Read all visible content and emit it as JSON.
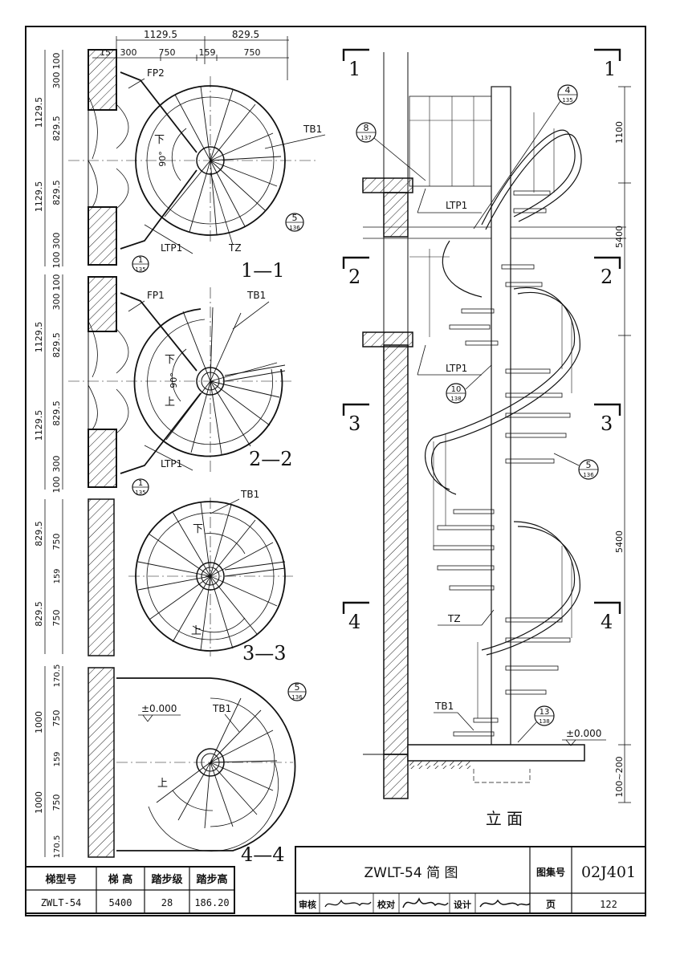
{
  "top_dims": {
    "d1": "1129.5",
    "d2": "829.5",
    "s1": "15",
    "s2": "300",
    "s3": "750",
    "s4": "159",
    "s5": "750"
  },
  "left_dims": {
    "p1": [
      "100",
      "300",
      "1129.5",
      "829.5",
      "829.5",
      "1129.5",
      "300",
      "100"
    ],
    "p2": [
      "100",
      "300",
      "1129.5",
      "829.5",
      "829.5",
      "1129.5",
      "300",
      "100"
    ],
    "p3": [
      "829.5",
      "750",
      "159",
      "829.5",
      "750"
    ],
    "p4": [
      "170.5",
      "1000",
      "750",
      "159",
      "1000",
      "750",
      "170.5"
    ]
  },
  "plan1": {
    "label_fp": "FP2",
    "label_tb": "TB1",
    "down": "下",
    "angle": "90°",
    "label_ltp": "LTP1",
    "label_tz": "TZ",
    "section": "1—1",
    "ref_a": {
      "num": "1",
      "page": "135"
    },
    "ref_b": {
      "num": "5",
      "page": "136"
    }
  },
  "plan2": {
    "label_fp": "FP1",
    "label_tb": "TB1",
    "down": "下",
    "up": "上",
    "angle": "90°",
    "label_ltp": "LTP1",
    "section": "2—2",
    "ref_a": {
      "num": "1",
      "page": "135"
    }
  },
  "plan3": {
    "label_tb": "TB1",
    "down": "下",
    "up": "上",
    "section": "3—3"
  },
  "plan4": {
    "label_tb": "TB1",
    "up": "上",
    "elev": "±0.000",
    "section": "4—4",
    "ref": {
      "num": "5",
      "page": "136"
    }
  },
  "elevation": {
    "cut_labels": [
      "1",
      "1",
      "2",
      "2",
      "3",
      "3",
      "4",
      "4"
    ],
    "refs": [
      {
        "num": "8",
        "page": "137"
      },
      {
        "num": "4",
        "page": "135"
      },
      {
        "num": "10",
        "page": "138"
      },
      {
        "num": "5",
        "page": "136"
      },
      {
        "num": "13",
        "page": "138"
      }
    ],
    "labels": {
      "ltp_a": "LTP1",
      "ltp_b": "LTP1",
      "tz": "TZ",
      "tb": "TB1",
      "elev": "±0.000"
    },
    "right_dims": [
      "1100",
      "5400",
      "5400",
      "100~200"
    ],
    "caption": "立 面"
  },
  "spec_table": {
    "headers": [
      "梯型号",
      "梯 高",
      "踏步级",
      "踏步高"
    ],
    "row": [
      "ZWLT-54",
      "5400",
      "28",
      "186.20"
    ]
  },
  "title_block": {
    "title": "ZWLT-54 简 图",
    "atlas_label": "图集号",
    "atlas_no": "02J401",
    "review_label": "审核",
    "check_label": "校对",
    "design_label": "设计",
    "page_label": "页",
    "page_no": "122"
  }
}
